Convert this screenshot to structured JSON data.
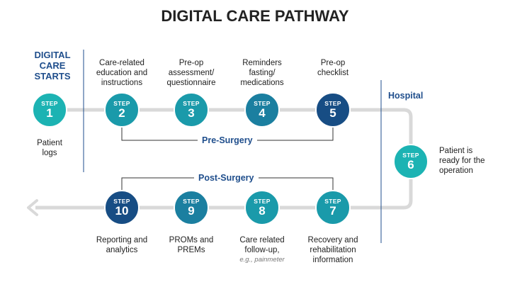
{
  "title": "DIGITAL CARE PATHWAY",
  "start_label": "DIGITAL\nCARE\nSTARTS",
  "step_word": "STEP",
  "hospital_label": "Hospital",
  "pre_surgery_label": "Pre-Surgery",
  "post_surgery_label": "Post-Surgery",
  "colors": {
    "teal_light": "#1cb3b3",
    "teal": "#1a9aaa",
    "teal_blue": "#1b7fa0",
    "navy": "#174d84",
    "line": "#d9d9d9",
    "text_blue": "#1f4e8c"
  },
  "steps": [
    {
      "number": "1",
      "color": "#1cb3b3",
      "desc": "Patient\nlogs"
    },
    {
      "number": "2",
      "color": "#1a9aaa",
      "desc": "Care-related\neducation and\ninstructions"
    },
    {
      "number": "3",
      "color": "#1a9aaa",
      "desc": "Pre-op\nassessment/\nquestionnaire"
    },
    {
      "number": "4",
      "color": "#1b7fa0",
      "desc": "Reminders\nfasting/\nmedications"
    },
    {
      "number": "5",
      "color": "#174d84",
      "desc": "Pre-op\nchecklist"
    },
    {
      "number": "6",
      "color": "#1cb3b3",
      "desc": "Patient is\nready for the\noperation"
    },
    {
      "number": "7",
      "color": "#1a9aaa",
      "desc": "Recovery and\nrehabilitation\ninformation"
    },
    {
      "number": "8",
      "color": "#1a9aaa",
      "desc": "Care related\nfollow-up,",
      "sub": "e.g., painmeter"
    },
    {
      "number": "9",
      "color": "#1b7fa0",
      "desc": "PROMs and\nPREMs"
    },
    {
      "number": "10",
      "color": "#174d84",
      "desc": "Reporting and\nanalytics"
    }
  ]
}
